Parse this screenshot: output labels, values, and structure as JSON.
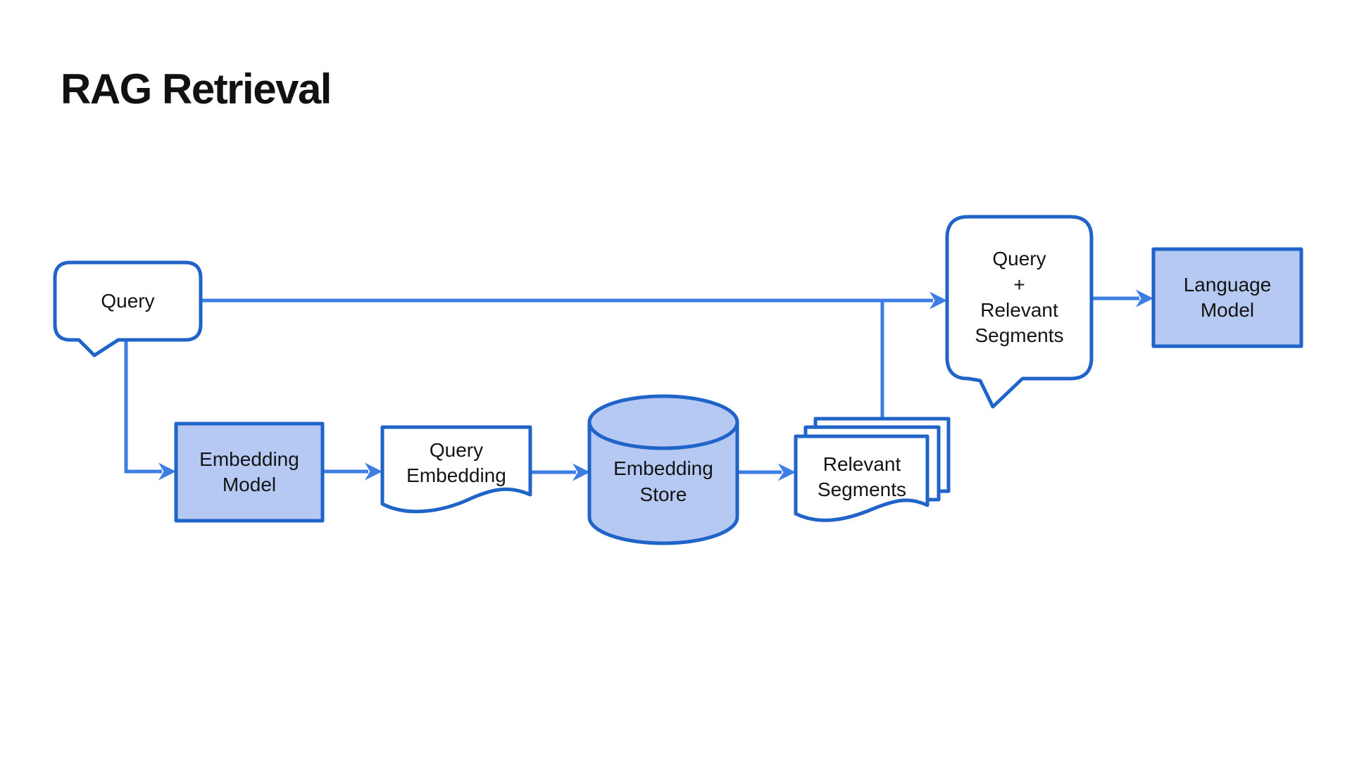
{
  "title": "RAG Retrieval",
  "colors": {
    "border": "#2063c9",
    "arrow": "#3d7de4",
    "node_fill": "#b5c9f3",
    "text": "#141414",
    "background": "#ffffff"
  },
  "nodes": {
    "query": {
      "label": "Query",
      "shape": "speech-bubble"
    },
    "embedding_model": {
      "label": "Embedding\nModel",
      "shape": "rectangle-filled"
    },
    "query_embedding": {
      "label": "Query\nEmbedding",
      "shape": "document"
    },
    "embedding_store": {
      "label": "Embedding\nStore",
      "shape": "cylinder-filled"
    },
    "relevant_segments": {
      "label": "Relevant\nSegments",
      "shape": "stacked-documents"
    },
    "query_plus_segments": {
      "label": "Query\n+\nRelevant\nSegments",
      "shape": "speech-bubble"
    },
    "language_model": {
      "label": "Language\nModel",
      "shape": "rectangle-filled"
    }
  },
  "edges": [
    {
      "from": "query",
      "to": "query_plus_segments"
    },
    {
      "from": "query",
      "to": "embedding_model"
    },
    {
      "from": "embedding_model",
      "to": "query_embedding"
    },
    {
      "from": "query_embedding",
      "to": "embedding_store"
    },
    {
      "from": "embedding_store",
      "to": "relevant_segments"
    },
    {
      "from": "relevant_segments",
      "to": "query_plus_segments"
    },
    {
      "from": "query_plus_segments",
      "to": "language_model"
    }
  ]
}
